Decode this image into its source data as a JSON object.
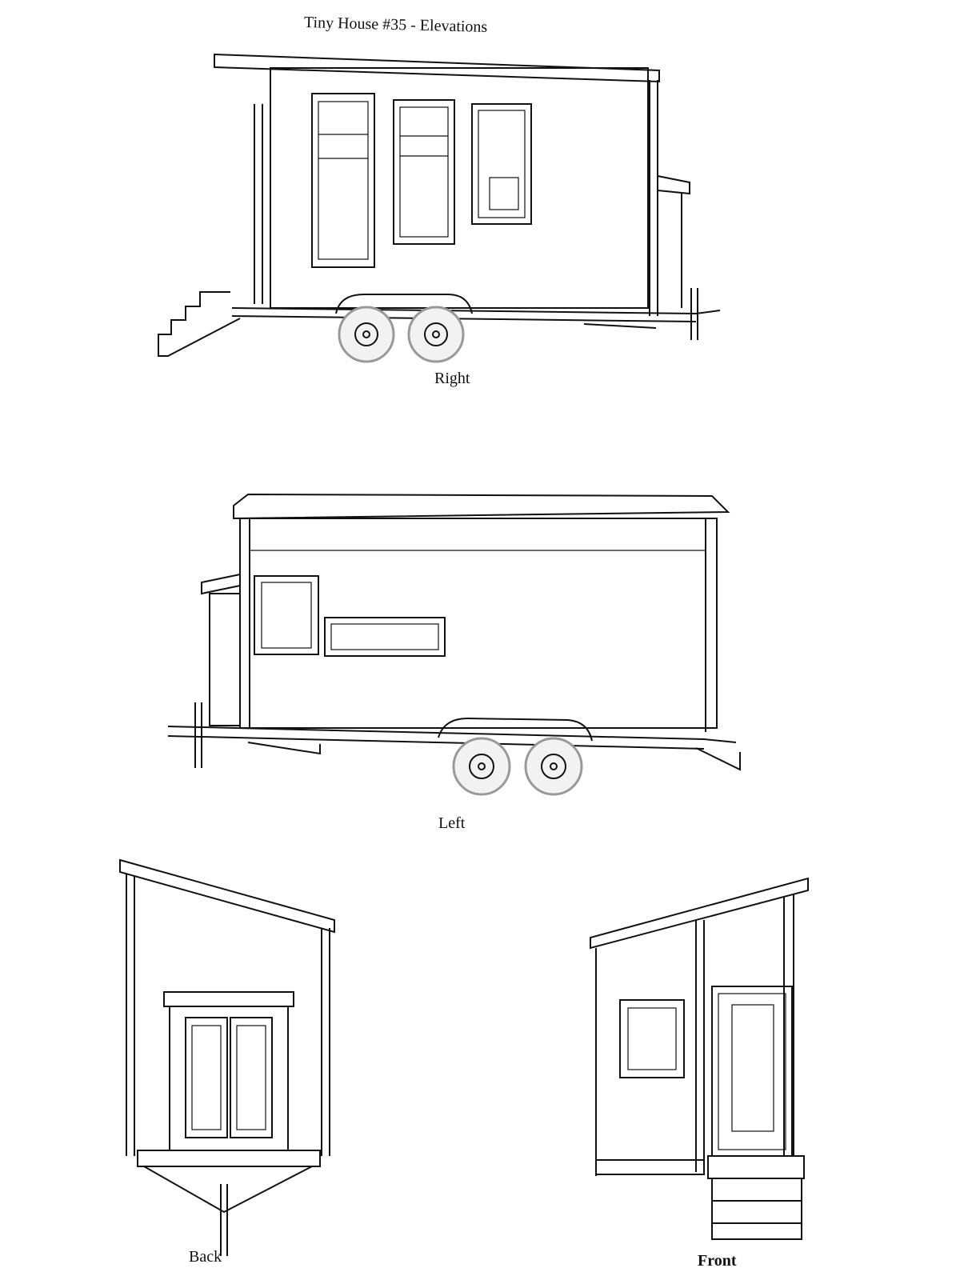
{
  "title": "Tiny House #35 - Elevations",
  "views": {
    "right": "Right",
    "left": "Left",
    "back": "Back",
    "front": "Front"
  }
}
